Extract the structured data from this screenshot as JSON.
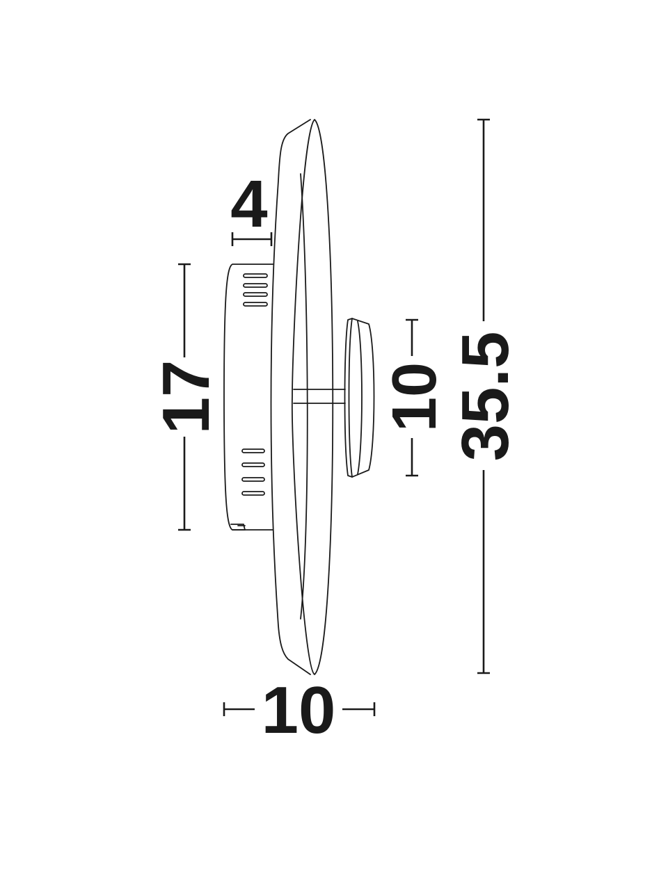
{
  "dimensions": {
    "depth_total": "10",
    "height_total": "35.5",
    "body_height": "17",
    "body_depth": "4",
    "mount_height": "10"
  },
  "colors": {
    "ink": "#1a1a1a",
    "background": "#ffffff"
  }
}
